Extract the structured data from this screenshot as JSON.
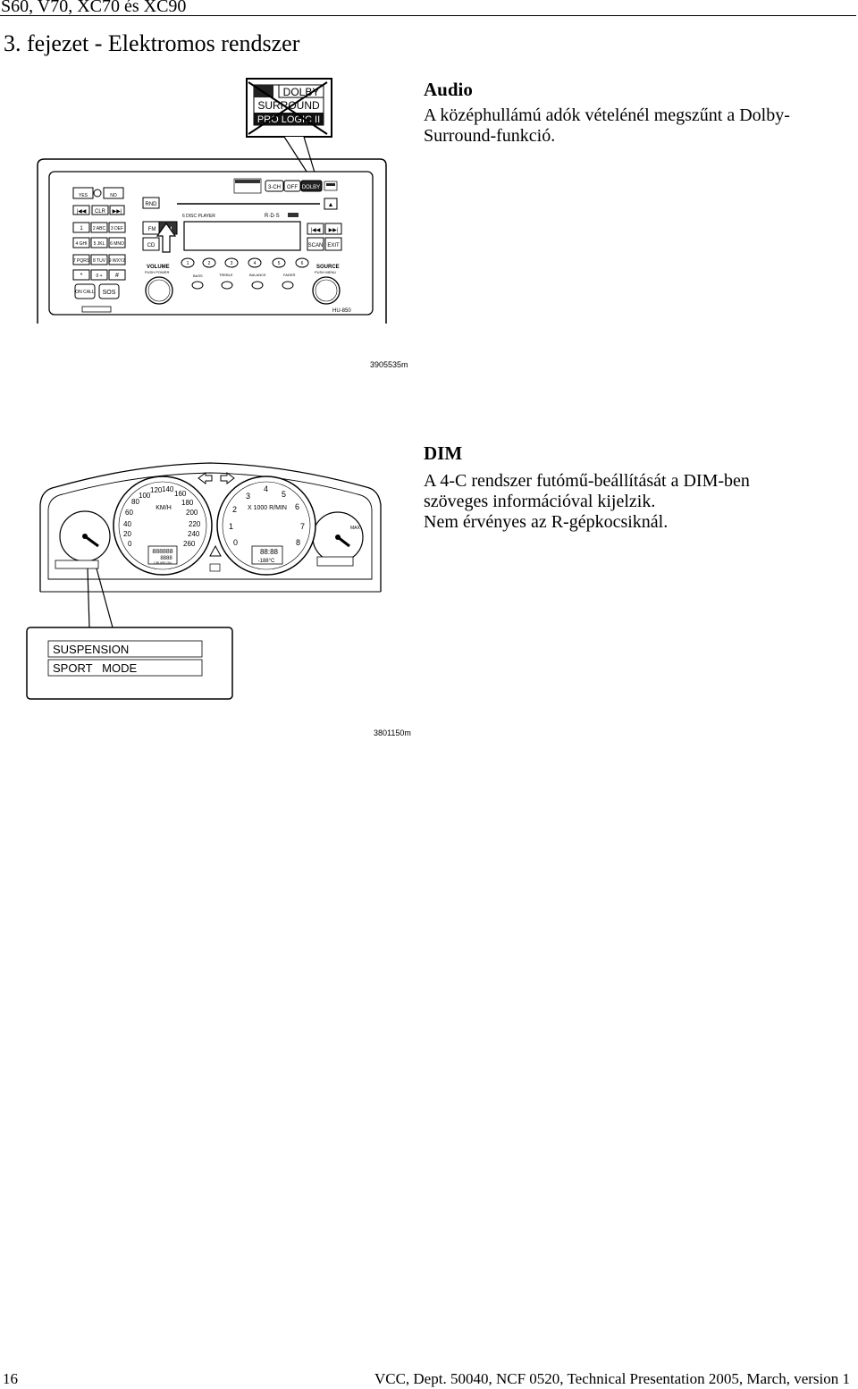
{
  "header": {
    "text": "S60, V70, XC70 és XC90"
  },
  "chapter_title": "3. fejezet - Elektromos rendszer",
  "audio": {
    "title": "Audio",
    "body": "A középhullámú adók vételénél megszűnt a Dolby-Surround-funkció."
  },
  "radio_figure": {
    "callout_lines": [
      "DOLBY",
      "SURROUND",
      "PRO LOGIC II"
    ],
    "buttons": {
      "yes": "YES",
      "no": "NO",
      "clr": "CLR",
      "rnd": "RND",
      "three_ch": "3-CH",
      "off": "OFF",
      "dolby": "DOLBY",
      "fm": "FM",
      "am": "AM",
      "cd": "CD",
      "scan": "SCAN",
      "exit": "EXIT",
      "on_call": "ON CALL",
      "sos": "SOS"
    },
    "keypad": [
      "1",
      "2 ABC",
      "3 DEF",
      "4 GHI",
      "5 JKL",
      "6 MNO",
      "7 PQRS",
      "8 TUV",
      "9 WXYZ",
      "*",
      "0 +",
      "#"
    ],
    "presets": [
      "1",
      "2",
      "3",
      "4",
      "5",
      "6"
    ],
    "disc_label": "6 DISC PLAYER",
    "rds_label": "R·D·S",
    "volume_label": "VOLUME",
    "volume_sub": "PUSH POWER",
    "source_label": "SOURCE",
    "source_sub": "PUSH MENU",
    "knob_labels": [
      "BASS",
      "TREBLE",
      "BALANCE",
      "FADER"
    ],
    "model_label": "HU-850",
    "code": "3905535m"
  },
  "dim": {
    "title": "DIM",
    "body_lines": [
      "A 4-C rendszer futómű-beállítását a DIM-ben",
      "szöveges információval kijelzik.",
      "Nem érvényes az R-gépkocsiknál."
    ]
  },
  "cluster_figure": {
    "speed_unit": "KM/H",
    "speed_ticks": [
      "0",
      "20",
      "40",
      "60",
      "80",
      "100",
      "120",
      "140",
      "160",
      "180",
      "200",
      "220",
      "240",
      "260"
    ],
    "rpm_unit": "X 1000 R/MIN",
    "rpm_ticks": [
      "0",
      "1",
      "2",
      "3",
      "4",
      "5",
      "6",
      "7",
      "8"
    ],
    "cruise_label": "CRUISE-ON",
    "odometer": "888888",
    "trip": "8888",
    "clock": "88:88",
    "temp": "-188°C",
    "max_label": "MAX",
    "display_lines": [
      "SUSPENSION",
      "SPORT   MODE"
    ],
    "code": "3801150m"
  },
  "footer": {
    "page_number": "16",
    "text": "VCC, Dept. 50040, NCF 0520, Technical Presentation 2005, March, version 1"
  }
}
